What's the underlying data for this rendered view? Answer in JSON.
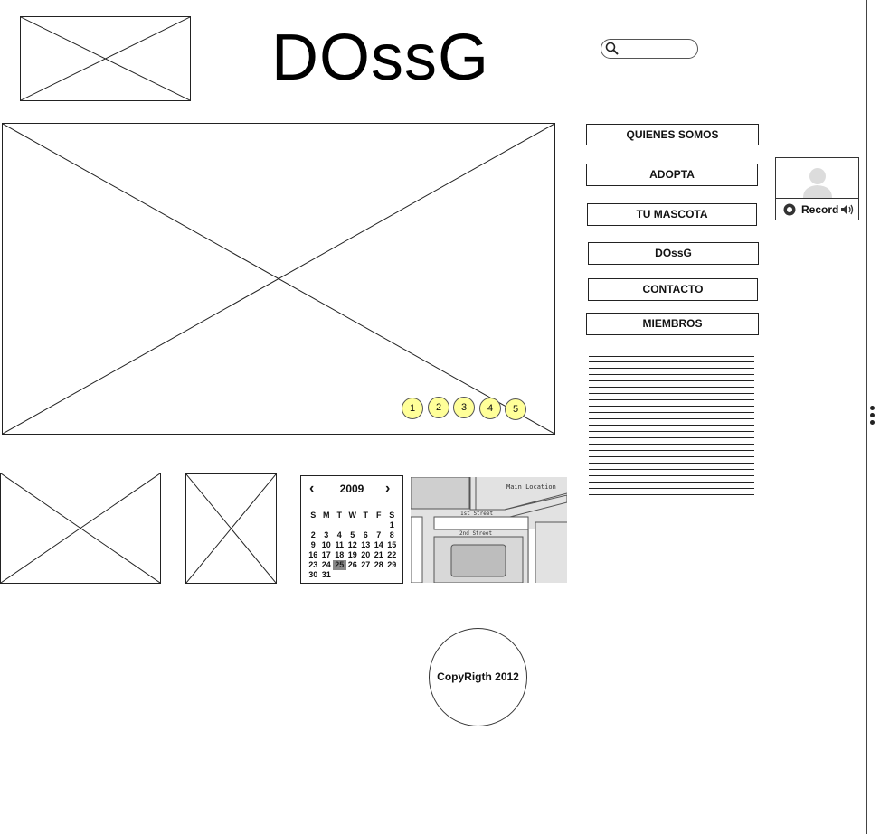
{
  "header": {
    "title": "DOssG",
    "search": {
      "value": "",
      "placeholder": ""
    }
  },
  "nav": {
    "items": [
      {
        "label": "QUIENES SOMOS"
      },
      {
        "label": "ADOPTA"
      },
      {
        "label": "TU MASCOTA"
      },
      {
        "label": "DOssG"
      },
      {
        "label": "CONTACTO"
      },
      {
        "label": "MIEMBROS"
      }
    ]
  },
  "carousel": {
    "pages": [
      "1",
      "2",
      "3",
      "4",
      "5"
    ]
  },
  "recorder": {
    "label": "Record",
    "icons": [
      "avatar-icon",
      "record-icon",
      "speaker-icon"
    ]
  },
  "calendar": {
    "year": "2009",
    "prev": "‹",
    "next": "›",
    "weekdays": [
      "S",
      "M",
      "T",
      "W",
      "T",
      "F",
      "S"
    ],
    "weeks": [
      [
        "",
        "",
        "",
        "",
        "",
        "",
        "1"
      ],
      [
        "2",
        "3",
        "4",
        "5",
        "6",
        "7",
        "8"
      ],
      [
        "9",
        "10",
        "11",
        "12",
        "13",
        "14",
        "15"
      ],
      [
        "16",
        "17",
        "18",
        "19",
        "20",
        "21",
        "22"
      ],
      [
        "23",
        "24",
        "25",
        "26",
        "27",
        "28",
        "29"
      ],
      [
        "30",
        "31",
        "",
        "",
        "",
        "",
        ""
      ]
    ],
    "selected": "25"
  },
  "map": {
    "labels": {
      "main_location": "Main Location",
      "street_1": "1st Street",
      "street_2": "2nd Street"
    }
  },
  "footer": {
    "copyright": "CopyRigth 2012"
  },
  "colors": {
    "pager_dot": "#ffff99",
    "map_bg": "#e2e2e2",
    "border": "#222222"
  }
}
